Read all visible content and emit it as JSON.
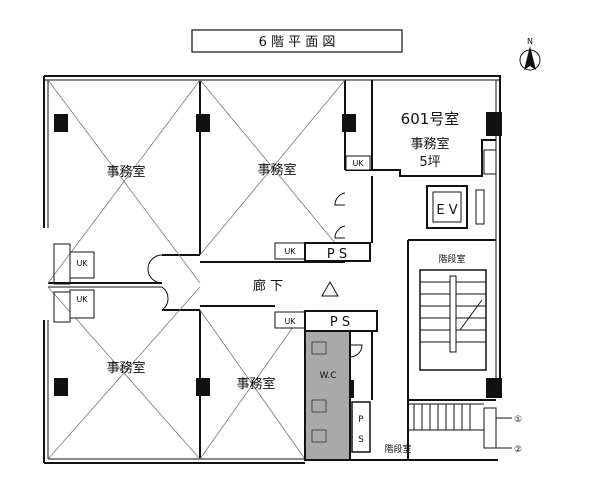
{
  "title": "6 階 平 面 図",
  "north": "N",
  "rooms": {
    "office_nw": "事務室",
    "office_n": "事務室",
    "office_sw": "事務室",
    "office_s": "事務室",
    "unit": "601号室",
    "unit_use": "事務室",
    "unit_area": "5坪",
    "corridor": "廊 下",
    "wc": "W.C",
    "ev": "E V",
    "stair_main": "階段室",
    "stair_sub": "階段室"
  },
  "labels": {
    "ps_upper": "P S",
    "ps_lower": "P S",
    "ps_small": "P S",
    "uk": "UK",
    "marker1": "①",
    "marker2": "②"
  },
  "colors": {
    "wc_fill": "#a9a9a9",
    "line": "#111111"
  }
}
